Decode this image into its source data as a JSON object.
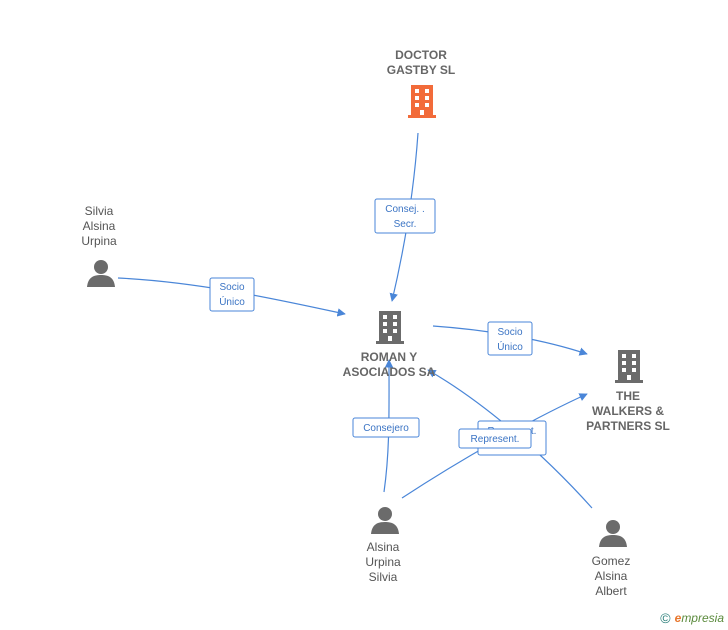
{
  "colors": {
    "edge": "#4a86d8",
    "highlight": "#f26b3a",
    "entity": "#6b6b6b"
  },
  "nodes": {
    "doctor_gastby": {
      "lines": [
        "DOCTOR",
        "GASTBY  SL"
      ],
      "icon": "building-icon"
    },
    "roman": {
      "lines": [
        "ROMAN Y",
        "ASOCIADOS SA"
      ],
      "icon": "building-icon"
    },
    "walkers": {
      "lines": [
        "THE",
        "WALKERS &",
        "PARTNERS  SL"
      ],
      "icon": "building-icon"
    },
    "silvia": {
      "lines": [
        "Silvia",
        "Alsina",
        "Urpina"
      ],
      "icon": "person-icon"
    },
    "alsina": {
      "lines": [
        "Alsina",
        "Urpina",
        "Silvia"
      ],
      "icon": "person-icon"
    },
    "gomez": {
      "lines": [
        "Gomez",
        "Alsina",
        "Albert"
      ],
      "icon": "person-icon"
    }
  },
  "edges": {
    "consej_secr": [
      "Consej. .",
      "Secr."
    ],
    "socio_unico_silvia": [
      "Socio",
      "Único"
    ],
    "socio_unico_walkers": [
      "Socio",
      "Único"
    ],
    "consejero": [
      "Consejero"
    ],
    "represent_gomez": [
      "Represent."
    ],
    "represent_alsina": [
      "Represent."
    ]
  },
  "footer": {
    "copyright": "©",
    "brand_initial": "e",
    "brand_rest": "mpresia"
  }
}
